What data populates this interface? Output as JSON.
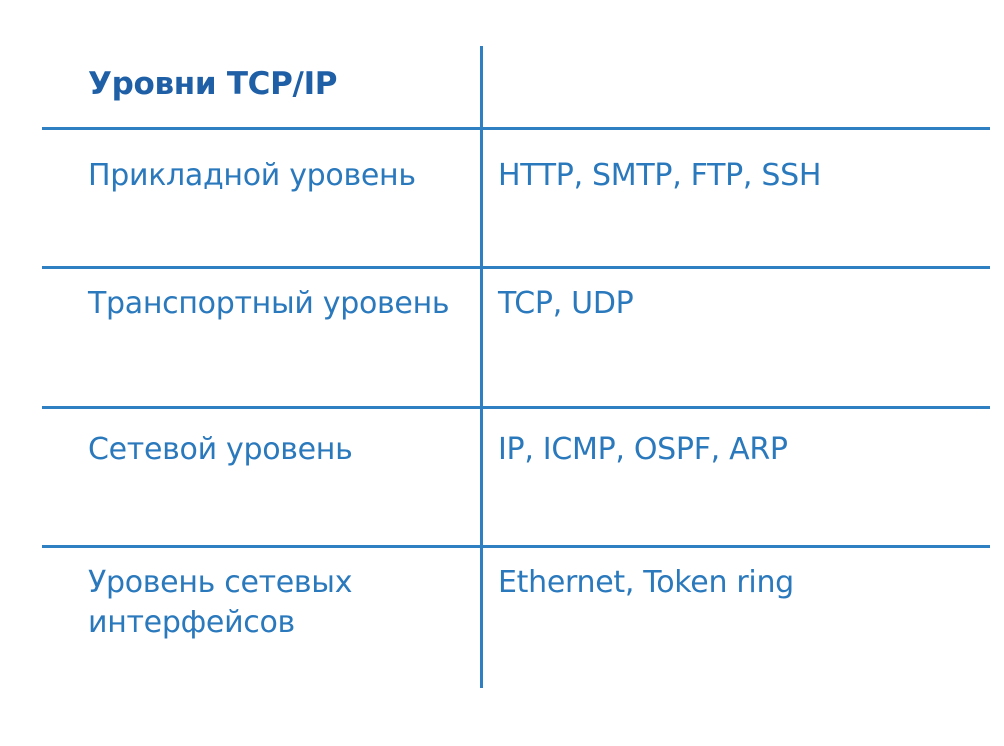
{
  "table": {
    "header": {
      "left": "Уровни TCP/IP",
      "right": ""
    },
    "rows": [
      {
        "layer": "Прикладной уровень",
        "protocols": "HTTP, SMTP, FTP, SSH"
      },
      {
        "layer": "Транспортный уровень",
        "protocols": "TCP, UDP"
      },
      {
        "layer": "Сетевой уровень",
        "protocols": "IP, ICMP, OSPF, ARP"
      },
      {
        "layer": "Уровень сетевых интерфейсов",
        "protocols": "Ethernet, Token ring"
      }
    ]
  },
  "colors": {
    "line": "#2f7fc3",
    "text": "#2b79bd",
    "header_text": "#1f5fa6",
    "background": "#ffffff"
  }
}
